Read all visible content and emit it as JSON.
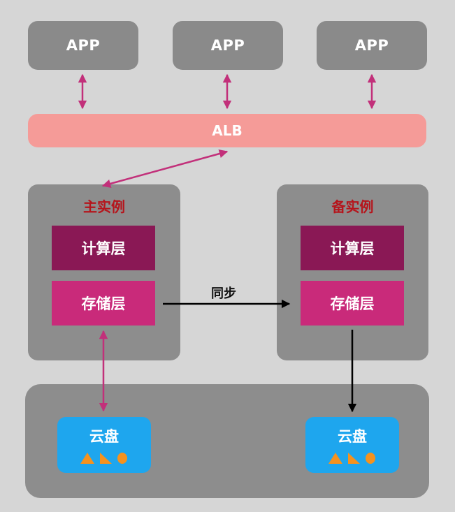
{
  "apps": [
    {
      "label": "APP"
    },
    {
      "label": "APP"
    },
    {
      "label": "APP"
    }
  ],
  "alb": {
    "label": "ALB"
  },
  "primary": {
    "title": "主实例",
    "compute_label": "计算层",
    "storage_label": "存储层"
  },
  "standby": {
    "title": "备实例",
    "compute_label": "计算层",
    "storage_label": "存储层"
  },
  "sync": {
    "label": "同步"
  },
  "disks": [
    {
      "label": "云盘"
    },
    {
      "label": "云盘"
    }
  ],
  "colors": {
    "app_box": "#8a8a8a",
    "alb": "#f59b98",
    "instance_title": "#b5151c",
    "compute": "#8a1855",
    "storage": "#c92a7a",
    "disk": "#1ea6ee",
    "disk_icon": "#f5921e",
    "arrow_pink": "#c2307a",
    "arrow_black": "#000000"
  },
  "icons": [
    "triangle-icon",
    "right-triangle-icon",
    "circle-icon"
  ]
}
